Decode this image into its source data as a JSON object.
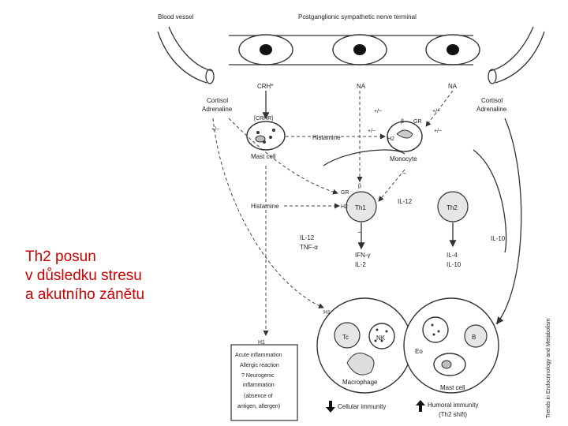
{
  "caption": {
    "line1": "Th2 posun",
    "line2": "v důsledku stresu",
    "line3": "a akutního zánětu"
  },
  "diagram": {
    "blood_vessel": "Blood vessel",
    "nerve_terminal": "Postganglionic sympathetic nerve terminal",
    "crh": "CRH*",
    "na_left": "NA",
    "na_right": "NA",
    "cortisol_left": "Cortisol",
    "adrenaline_left": "Adrenaline",
    "cortisol_right": "Cortisol",
    "adrenaline_right": "Adrenaline",
    "plus_minus_1": "+/−",
    "plus_minus_2": "+/−",
    "plus_minus_3": "+/−",
    "plus_minus_4": "+/−",
    "plus_minus_5": "+/−",
    "crhr": "[CRHR]",
    "mast_cell_top": "Mast cell",
    "histamine_1": "Histamine",
    "histamine_2": "Histamine",
    "monocyte": "Monocyte",
    "beta": "β",
    "gr": "GR",
    "h2_a": "H2",
    "h2_b": "H2",
    "gr_b": "GR",
    "beta_b": "β",
    "th1": "Th1",
    "th2": "Th2",
    "il12_a": "IL-12",
    "il12_b": "IL-12",
    "tnf": "TNF-α",
    "il10_a": "IL-10",
    "ifn": "IFN-γ",
    "il2": "IL-2",
    "il4": "IL-4",
    "il10_b": "IL-10",
    "h1_a": "H1",
    "h1_b": "H1",
    "tc": "Tc",
    "nk": "NK",
    "b": "B",
    "eo": "Eo",
    "macrophage": "Macrophage",
    "mast_cell_bottom": "Mast cell",
    "minus_1": "−",
    "minus_2": "−",
    "plus": "+",
    "cellular": "Cellular immunity",
    "humoral": "Humoral immunity",
    "th2_shift": "(Th2 shift)",
    "box_acute": "Acute inflammation",
    "box_allergic": "Allergic reaction",
    "box_neuro1": "? Neurogenic",
    "box_neuro2": "inflammation",
    "box_absence1": "(absence of",
    "box_absence2": "antigen, allergen)",
    "side_credit": "Trends in Endocrinology and Metabolism"
  }
}
